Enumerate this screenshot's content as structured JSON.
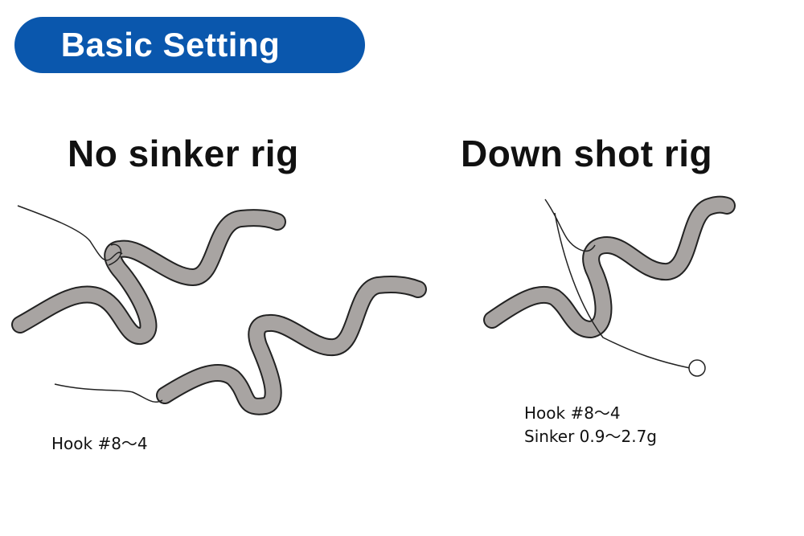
{
  "header": {
    "badge_label": "Basic Setting",
    "badge_color": "#0a57ad"
  },
  "rigs": [
    {
      "title": "No sinker rig",
      "specs": [
        "Hook #8～4"
      ]
    },
    {
      "title": "Down shot rig",
      "specs": [
        "Hook #8～4",
        "Sinker 0.9～2.7g"
      ]
    }
  ],
  "colors": {
    "worm_fill": "#a8a4a2",
    "outline": "#222222"
  },
  "icons": [
    "worm-illustration",
    "fishing-line",
    "hook",
    "sinker-circle"
  ]
}
